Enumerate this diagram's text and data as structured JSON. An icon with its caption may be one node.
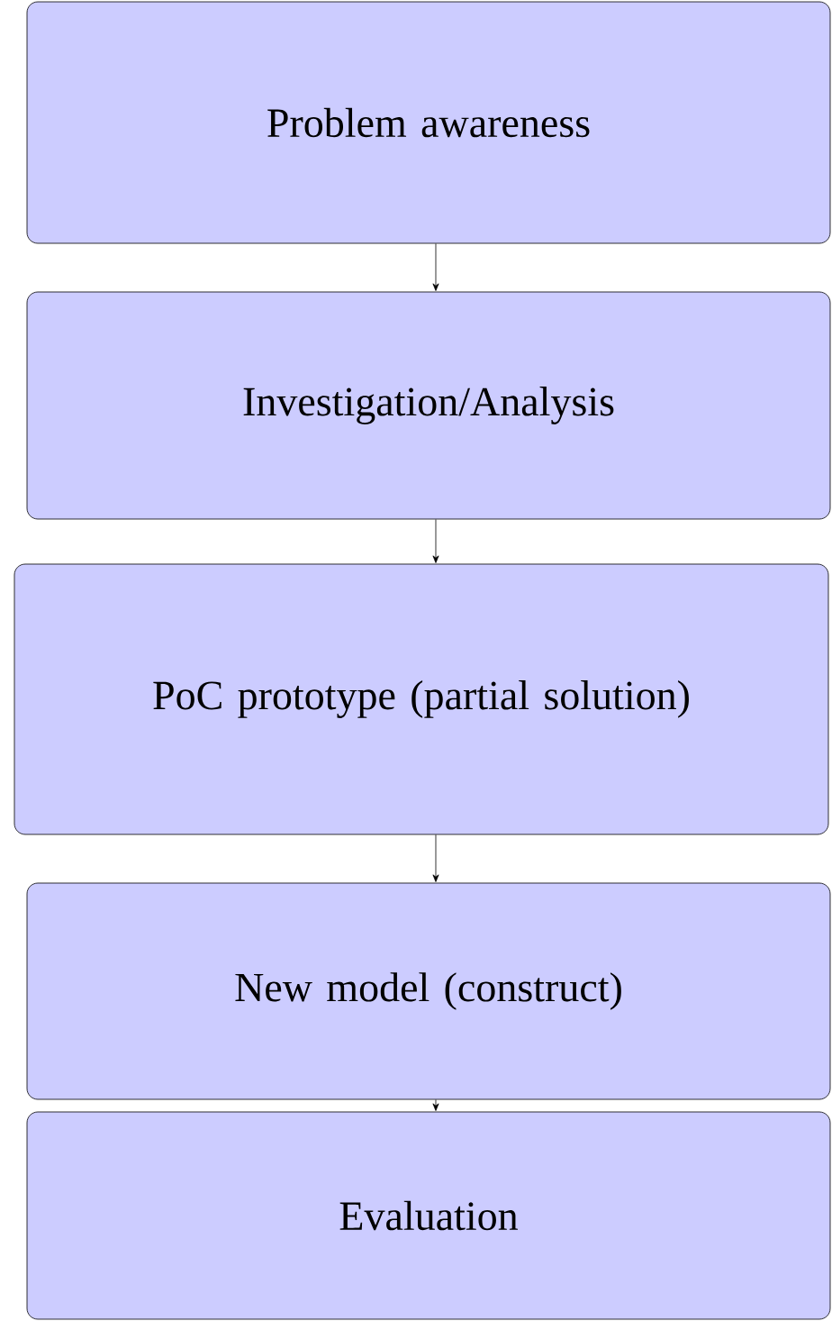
{
  "diagram": {
    "nodes": [
      {
        "text": [
          "Problem awareness"
        ]
      },
      {
        "text": [
          "Investigation/Analysis"
        ]
      },
      {
        "text": [
          "PoC prototype (partial solution)"
        ]
      },
      {
        "text": [
          "New model (construct)"
        ]
      },
      {
        "text": [
          "Evaluation"
        ]
      }
    ],
    "edges": [
      {
        "from": 0,
        "to": 1,
        "arrow": "to"
      },
      {
        "from": 1,
        "to": 2,
        "arrow": "to"
      },
      {
        "from": 2,
        "to": 3,
        "arrow": "to"
      },
      {
        "from": 3,
        "to": 4,
        "arrow": "to"
      }
    ]
  }
}
